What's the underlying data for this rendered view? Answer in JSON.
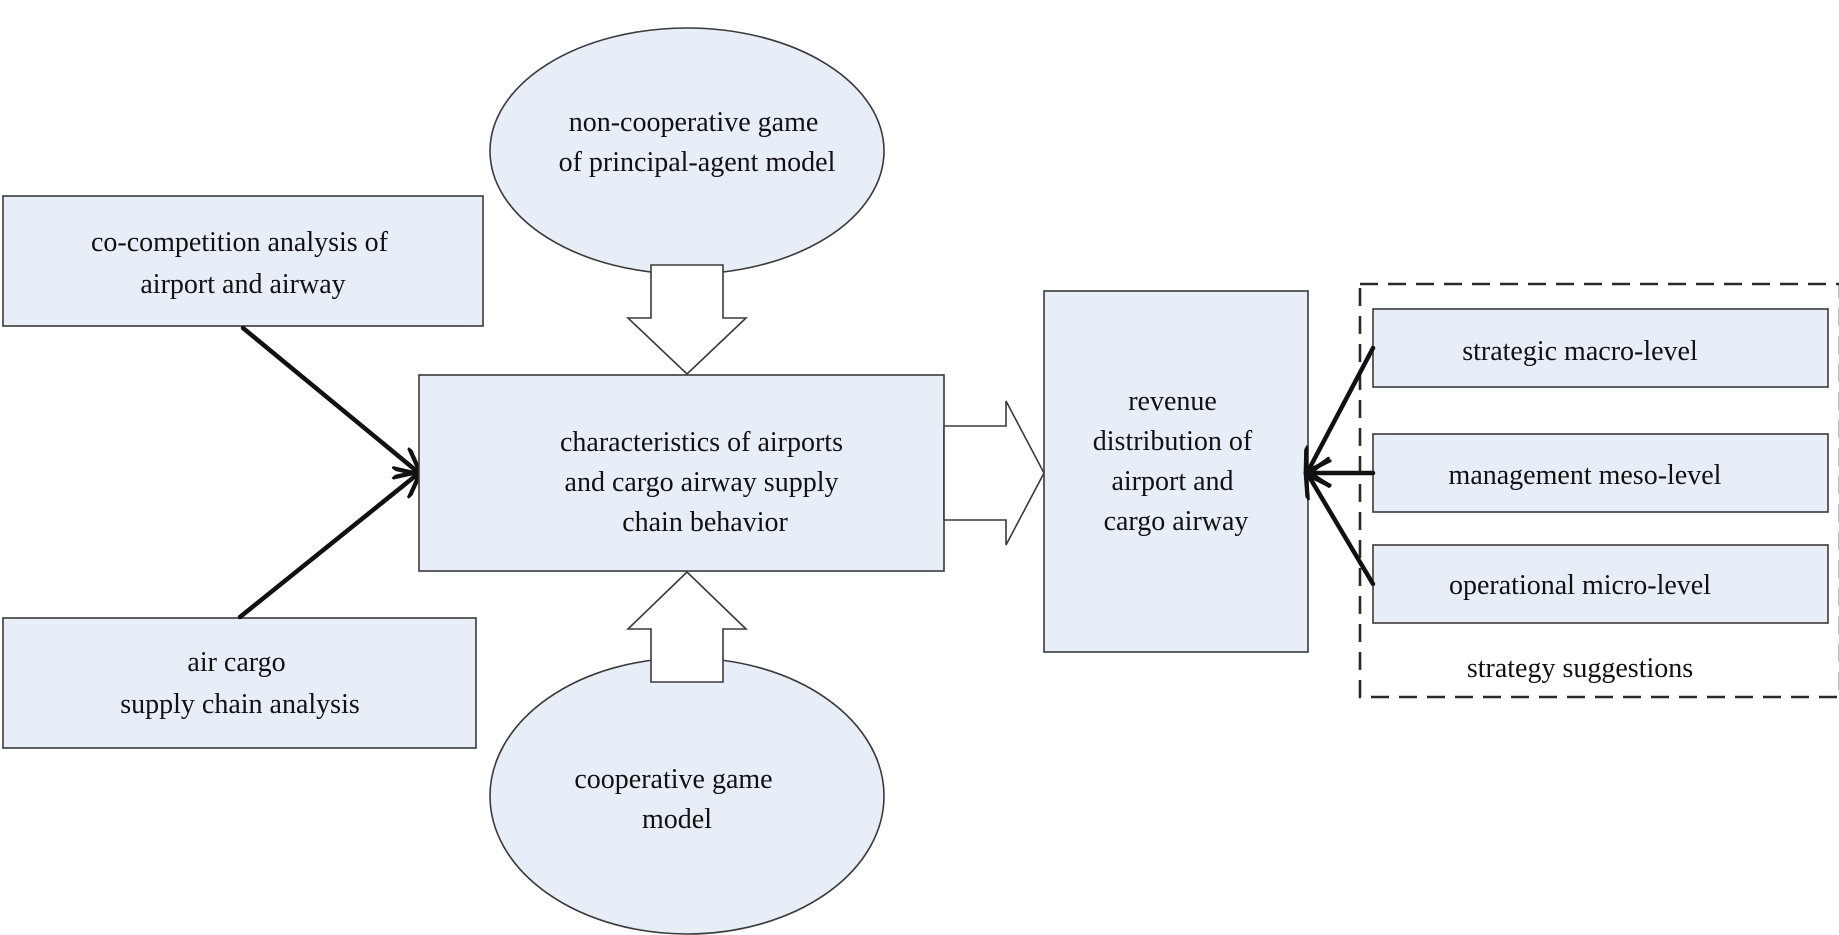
{
  "nodes": {
    "co_competition": {
      "lines": [
        "co-competition analysis of",
        "airport and airway"
      ]
    },
    "air_cargo": {
      "lines": [
        "air cargo",
        "supply chain analysis"
      ]
    },
    "non_cooperative": {
      "lines": [
        "non-cooperative game",
        "of principal-agent model"
      ]
    },
    "cooperative": {
      "lines": [
        "cooperative game",
        "model"
      ]
    },
    "characteristics": {
      "lines": [
        "characteristics of airports",
        "and cargo airway supply",
        "chain behavior"
      ]
    },
    "revenue": {
      "lines": [
        "revenue",
        "distribution of",
        "airport and",
        "cargo airway"
      ]
    },
    "strategic": {
      "lines": [
        "strategic macro-level"
      ]
    },
    "management": {
      "lines": [
        "management meso-level"
      ]
    },
    "operational": {
      "lines": [
        "operational micro-level"
      ]
    }
  },
  "group": {
    "caption": "strategy suggestions"
  },
  "colors": {
    "node_fill": "#e8eef7",
    "node_stroke": "#3a3a3a",
    "arrow_stroke": "#111111",
    "block_arrow_fill": "#ffffff"
  }
}
